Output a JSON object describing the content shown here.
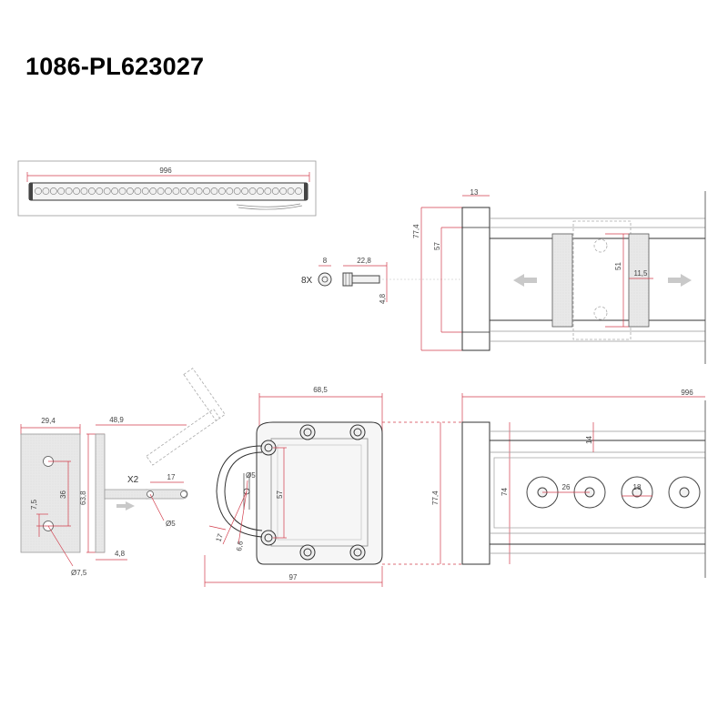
{
  "title": "1086-PL623027",
  "dimensions": {
    "bar_length_overview": "996",
    "end_cap_width": "13",
    "end_cap_height": "77,4",
    "end_cap_inner": "57",
    "clip_spacing": "51",
    "clip_width": "11,5",
    "screw_count": "8X",
    "screw_head": "8",
    "screw_length": "22,8",
    "screw_dia": "4,8",
    "plate_width": "29,4",
    "plate_hole_spacing": "36",
    "plate_hole_offset": "7,5",
    "plate_hole_dia": "Ø7,5",
    "bracket_width": "48,9",
    "bracket_height": "63,8",
    "bracket_thickness": "4,8",
    "bracket_count": "X2",
    "bracket_arm": "17",
    "bracket_hole": "Ø5",
    "profile_top": "68,5",
    "profile_height": "57",
    "profile_hole": "Ø5",
    "profile_17": "17",
    "profile_66": "6,6",
    "profile_width": "97",
    "side_length": "996",
    "side_height": "77,4",
    "side_inner": "74",
    "side_14": "14",
    "led_pitch": "26",
    "led_dia": "18"
  }
}
